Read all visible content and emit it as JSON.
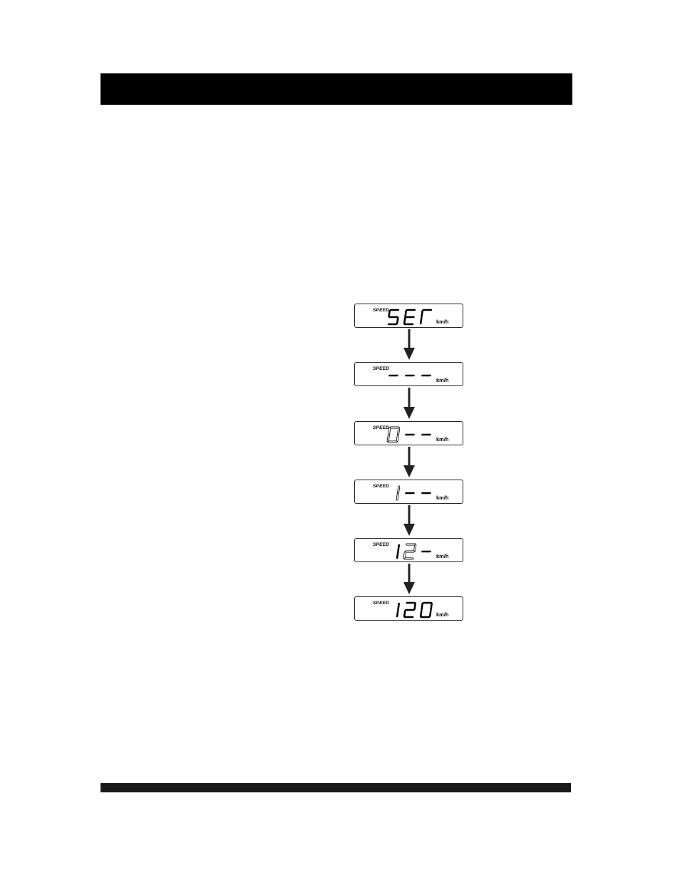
{
  "display": {
    "label": "SPEED",
    "unit": "km/h"
  },
  "steps": [
    {
      "name": "set",
      "text": "SET",
      "chars": [
        "S",
        "E",
        "T"
      ]
    },
    {
      "name": "blank",
      "text": "---",
      "chars": [
        "-",
        "-",
        "-"
      ]
    },
    {
      "name": "enter-0",
      "text": "0--",
      "chars": [
        "0o",
        "-",
        "-"
      ]
    },
    {
      "name": "enter-1",
      "text": "1--",
      "chars": [
        "1o",
        "-",
        "-"
      ]
    },
    {
      "name": "enter-12",
      "text": "12-",
      "chars": [
        "1",
        "2o",
        "-"
      ]
    },
    {
      "name": "final",
      "text": "120",
      "chars": [
        "1",
        "2",
        "0"
      ]
    }
  ],
  "colors": {
    "ink": "#000000",
    "bar": "#1a1a1a"
  }
}
